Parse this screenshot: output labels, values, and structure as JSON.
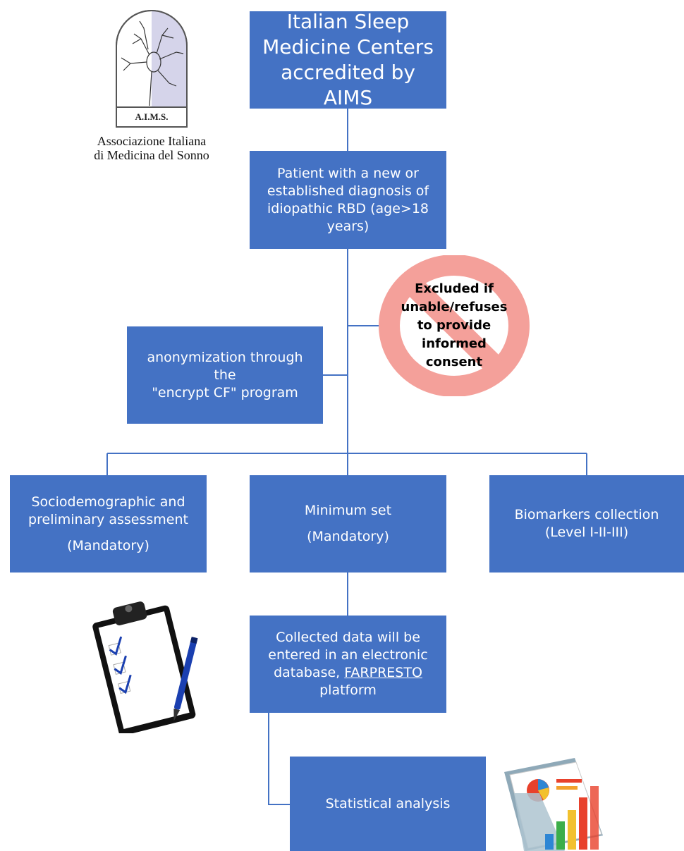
{
  "logo": {
    "abbreviation": "A.I.M.S.",
    "caption_line1": "Associazione Italiana",
    "caption_line2": "di Medicina del Sonno",
    "icon": "neuron-arch-logo"
  },
  "boxes": {
    "title": {
      "lines": [
        "Italian Sleep",
        "Medicine Centers",
        "accredited by AIMS"
      ]
    },
    "patient": {
      "lines": [
        "Patient with a new or",
        "established diagnosis of",
        "idiopathic RBD (age>18",
        "years)"
      ]
    },
    "anonymization": {
      "lines": [
        "anonymization through the",
        "\"encrypt CF\" program"
      ]
    },
    "sociodemographic": {
      "lines": [
        "Sociodemographic and",
        "preliminary assessment"
      ],
      "note": "(Mandatory)"
    },
    "minimum": {
      "lines": [
        "Minimum set"
      ],
      "note": "(Mandatory)"
    },
    "biomarkers": {
      "lines": [
        "Biomarkers collection",
        "(Level I-II-III)"
      ]
    },
    "collected": {
      "line1": "Collected data will be",
      "line2": "entered in an electronic",
      "line3_prefix": "database, ",
      "line3_link": "FARPRESTO",
      "line4": "platform"
    },
    "statistics": {
      "lines": [
        "Statistical analysis"
      ]
    }
  },
  "exclusion": {
    "lines": [
      "Excluded if",
      "unable/refuses",
      "to provide",
      "informed",
      "consent"
    ],
    "icon": "prohibition-icon"
  },
  "decorations": {
    "clipboard": "clipboard-checklist-icon",
    "charts": "folder-charts-icon"
  },
  "colors": {
    "box": "#4472c4",
    "connector": "#4472c4",
    "prohibition": "#f4a09a"
  }
}
